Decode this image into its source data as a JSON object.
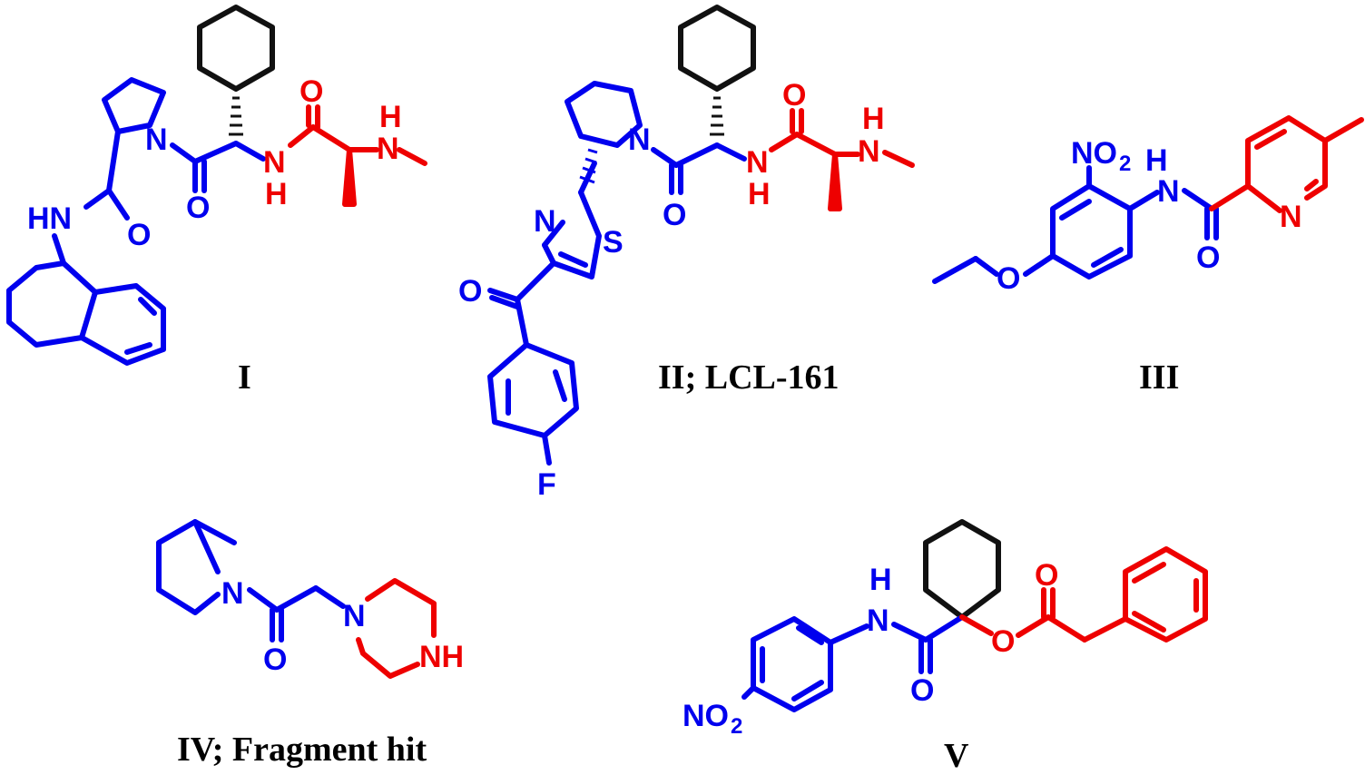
{
  "colors": {
    "blue": "#0000ee",
    "red": "#ee0000",
    "black": "#111111"
  },
  "compounds": [
    {
      "id": "I",
      "caption": "I"
    },
    {
      "id": "II",
      "caption": "II; LCL-161"
    },
    {
      "id": "III",
      "caption": "III"
    },
    {
      "id": "IV",
      "caption": "IV; Fragment hit"
    },
    {
      "id": "V",
      "caption": "V"
    }
  ],
  "atoms": {
    "N": "N",
    "O": "O",
    "S": "S",
    "F": "F",
    "H": "H",
    "HN": "HN",
    "NH": "NH",
    "NO": "NO",
    "two": "2"
  }
}
